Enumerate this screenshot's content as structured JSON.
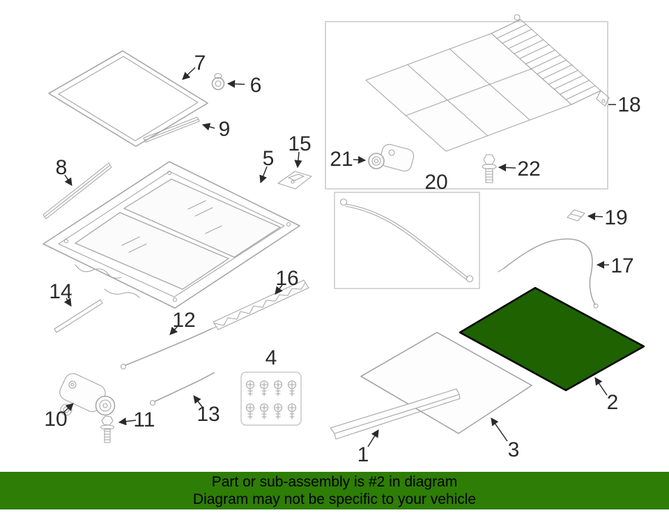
{
  "diagram": {
    "highlighted_part": "2",
    "part_labels": {
      "1": "1",
      "2": "2",
      "3": "3",
      "4": "4",
      "5": "5",
      "6": "6",
      "7": "7",
      "8": "8",
      "9": "9",
      "10": "10",
      "11": "11",
      "12": "12",
      "13": "13",
      "14": "14",
      "15": "15",
      "16": "16",
      "17": "17",
      "18": "18",
      "19": "19",
      "20": "20",
      "21": "21",
      "22": "22"
    }
  },
  "banner": {
    "line1": "Part or sub-assembly is #2 in diagram",
    "line2": "Diagram may not be specific to your vehicle"
  },
  "colors": {
    "banner_bg": "#2e7d06",
    "banner_text": "#000000",
    "highlight_fill": "#1e6202",
    "highlight_stroke": "#000000",
    "line_gray": "#a6a6a6",
    "label_color": "#2b2b2b"
  }
}
